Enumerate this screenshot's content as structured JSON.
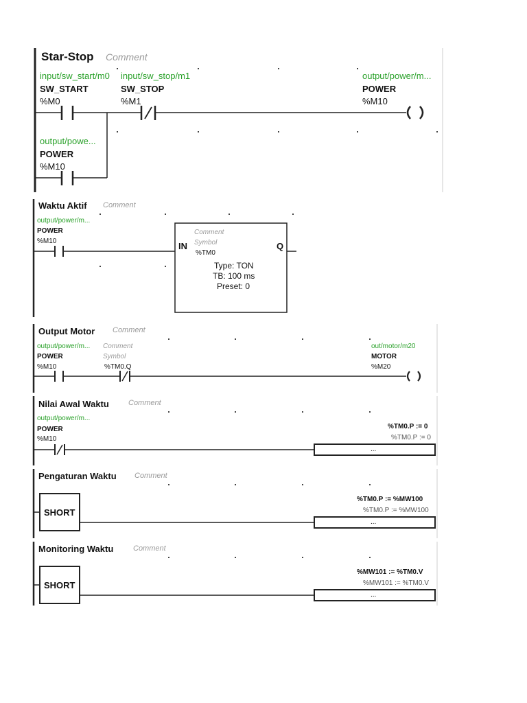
{
  "rungs": [
    {
      "title": "Star-Stop",
      "comment": "Comment",
      "contacts": [
        {
          "address": "input/sw_start/m0",
          "symbol": "SW_START",
          "register": "%M0",
          "type": "NO"
        },
        {
          "address": "input/sw_stop/m1",
          "symbol": "SW_STOP",
          "register": "%M1",
          "type": "NC"
        },
        {
          "address": "output/powe...",
          "symbol": "POWER",
          "register": "%M10",
          "type": "NO"
        }
      ],
      "coil": {
        "address": "output/power/m...",
        "symbol": "POWER",
        "register": "%M10",
        "glyph": "( )"
      }
    },
    {
      "title": "Waktu Aktif",
      "comment": "Comment",
      "contacts": [
        {
          "address": "output/power/m...",
          "symbol": "POWER",
          "register": "%M10",
          "type": "NO"
        }
      ],
      "timer": {
        "comment": "Comment",
        "symbol": "Symbol",
        "name": "%TM0",
        "in_pin": "IN",
        "q_pin": "Q",
        "type_line": "Type: TON",
        "tb_line": "TB: 100 ms",
        "preset_line": "Preset: 0"
      }
    },
    {
      "title": "Output Motor",
      "comment": "Comment",
      "contacts": [
        {
          "address": "output/power/m...",
          "symbol": "POWER",
          "register": "%M10",
          "type": "NO"
        },
        {
          "address": "Comment",
          "symbol": "Symbol",
          "register": "%TM0.Q",
          "type": "NC"
        }
      ],
      "coil": {
        "address": "out/motor/m20",
        "symbol": "MOTOR",
        "register": "%M20",
        "glyph": "( )"
      }
    },
    {
      "title": "Nilai Awal Waktu",
      "comment": "Comment",
      "contacts": [
        {
          "address": "output/power/m...",
          "symbol": "POWER",
          "register": "%M10",
          "type": "NC"
        }
      ],
      "operation": {
        "bold": "%TM0.P := 0",
        "plain": "%TM0.P := 0",
        "box": "..."
      }
    },
    {
      "title": "Pengaturan Waktu",
      "comment": "Comment",
      "short": "SHORT",
      "operation": {
        "bold": "%TM0.P := %MW100",
        "plain": "%TM0.P := %MW100",
        "box": "..."
      }
    },
    {
      "title": "Monitoring Waktu",
      "comment": "Comment",
      "short": "SHORT",
      "operation": {
        "bold": "%MW101 := %TM0.V",
        "plain": "%MW101 := %TM0.V",
        "box": "..."
      }
    }
  ]
}
